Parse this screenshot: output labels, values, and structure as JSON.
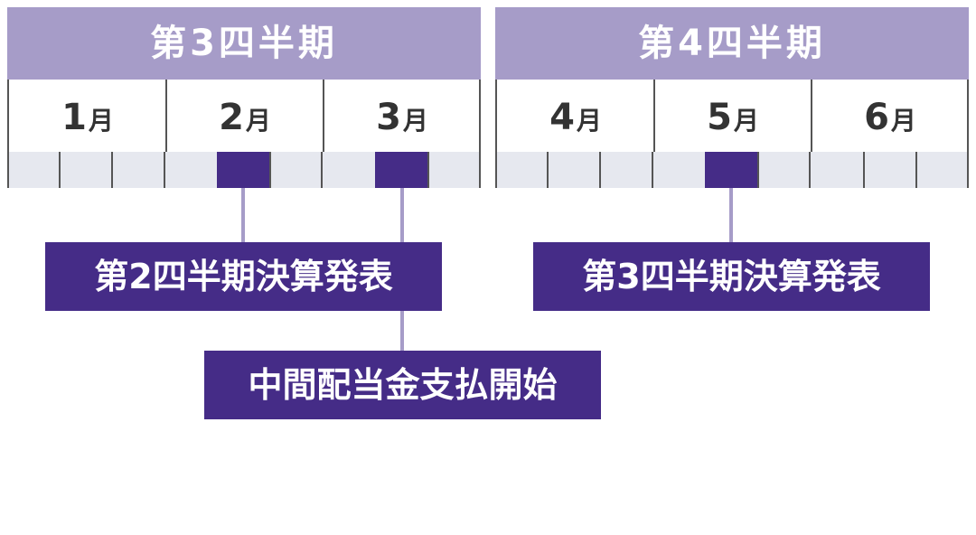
{
  "quarters": [
    {
      "label": "第3四半期",
      "months": [
        {
          "num": "1",
          "unit": "月"
        },
        {
          "num": "2",
          "unit": "月"
        },
        {
          "num": "3",
          "unit": "月"
        }
      ]
    },
    {
      "label": "第4四半期",
      "months": [
        {
          "num": "4",
          "unit": "月"
        },
        {
          "num": "5",
          "unit": "月"
        },
        {
          "num": "6",
          "unit": "月"
        }
      ]
    }
  ],
  "events": [
    {
      "label": "第2四半期決算発表",
      "month": "2月"
    },
    {
      "label": "中間配当金支払開始",
      "month": "3月"
    },
    {
      "label": "第3四半期決算発表",
      "month": "5月"
    }
  ],
  "colors": {
    "header_bg": "#a69cc8",
    "marker": "#452c87",
    "week_bg": "#e6e8ef",
    "connector": "#a69cc8"
  }
}
